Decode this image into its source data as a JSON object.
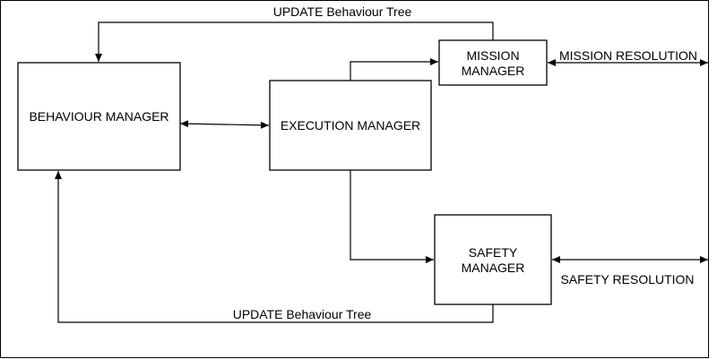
{
  "diagram": {
    "nodes": {
      "behaviour_manager": {
        "lines": [
          "BEHAVIOUR MANAGER"
        ]
      },
      "execution_manager": {
        "lines": [
          "EXECUTION MANAGER"
        ]
      },
      "mission_manager": {
        "lines": [
          "MISSION",
          "MANAGER"
        ]
      },
      "safety_manager": {
        "lines": [
          "SAFETY",
          "MANAGER"
        ]
      }
    },
    "edges": {
      "update_top": {
        "label": "UPDATE Behaviour Tree",
        "from": "mission_manager",
        "to": "behaviour_manager"
      },
      "update_bottom": {
        "label": "UPDATE Behaviour Tree",
        "from": "safety_manager",
        "to": "behaviour_manager"
      },
      "mission_resolution": {
        "label": "MISSION RESOLUTION",
        "from": "mission_manager",
        "to": "external"
      },
      "safety_resolution": {
        "label": "SAFETY RESOLUTION",
        "from": "safety_manager",
        "to": "external"
      },
      "behaviour_execution": {
        "label": "",
        "from": "behaviour_manager",
        "to": "execution_manager"
      },
      "execution_mission": {
        "label": "",
        "from": "execution_manager",
        "to": "mission_manager"
      },
      "execution_safety": {
        "label": "",
        "from": "execution_manager",
        "to": "safety_manager"
      }
    },
    "colors": {
      "stroke": "#000000",
      "background": "#ffffff"
    }
  }
}
